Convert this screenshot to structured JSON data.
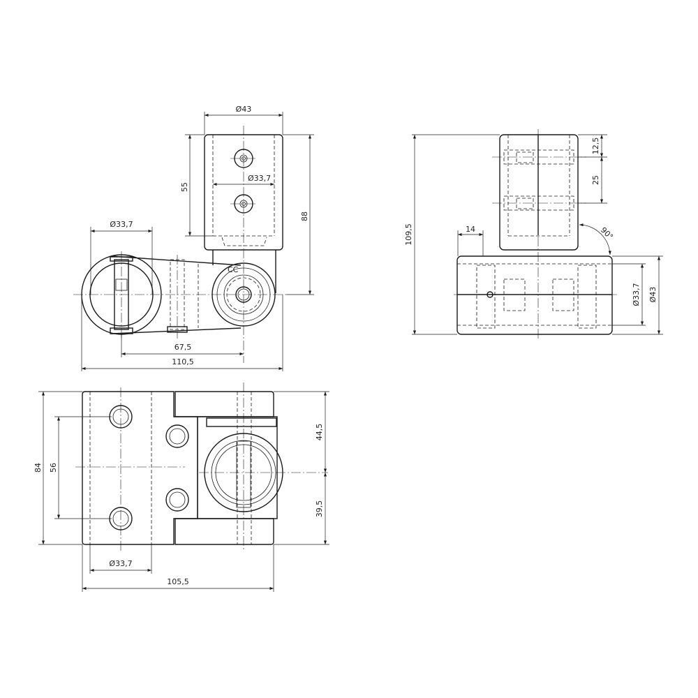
{
  "drawing": {
    "views": {
      "front": {
        "dimensions": {
          "top_tube_diameter": "Ø43",
          "top_inner_diameter": "Ø33,7",
          "height_55": "55",
          "height_88": "88",
          "left_tube_diameter": "Ø33,7",
          "center_distance": "67,5",
          "overall_width": "110,5"
        },
        "marking": "CC"
      },
      "side": {
        "dimensions": {
          "overall_height": "109,5",
          "offset_14": "14",
          "bolt_spacing_top": "12,5",
          "bolt_spacing": "25",
          "angle": "90°",
          "inner_diameter": "Ø33,7",
          "outer_diameter": "Ø43"
        }
      },
      "top": {
        "dimensions": {
          "overall_height": "84",
          "hole_spacing": "56",
          "upper_offset": "44,5",
          "lower_offset": "39,5",
          "tube_diameter": "Ø33,7",
          "overall_width": "105,5"
        }
      }
    }
  }
}
